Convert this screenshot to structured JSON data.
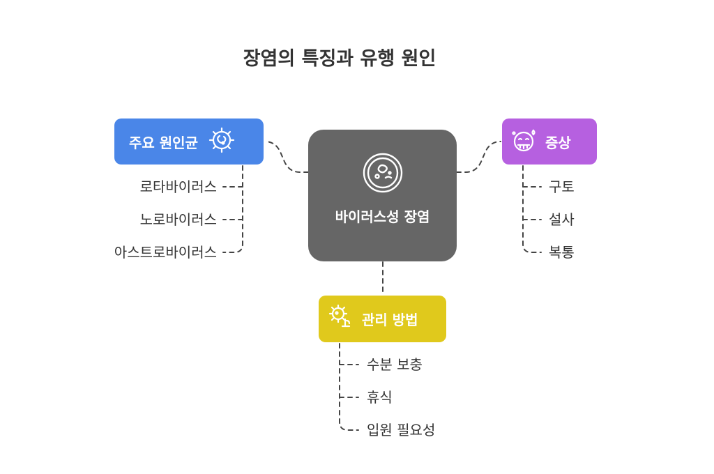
{
  "title": "장염의 특징과 유행 원인",
  "center": {
    "label": "바이러스성 장염",
    "icon": "petri-dish-icon"
  },
  "branches": {
    "pathogens": {
      "label": "주요 원인균",
      "icon": "virus-icon",
      "color": "#4a86e8",
      "items": [
        "로타바이러스",
        "노로바이러스",
        "아스트로바이러스"
      ]
    },
    "symptoms": {
      "label": "증상",
      "icon": "sick-face-icon",
      "color": "#b660e0",
      "items": [
        "구토",
        "설사",
        "복통"
      ]
    },
    "management": {
      "label": "관리 방법",
      "icon": "care-icon",
      "color": "#e0c91c",
      "items": [
        "수분 보충",
        "휴식",
        "입원 필요성"
      ]
    }
  },
  "colors": {
    "center": "#666666",
    "connector": "#444444",
    "text": "#333333"
  }
}
